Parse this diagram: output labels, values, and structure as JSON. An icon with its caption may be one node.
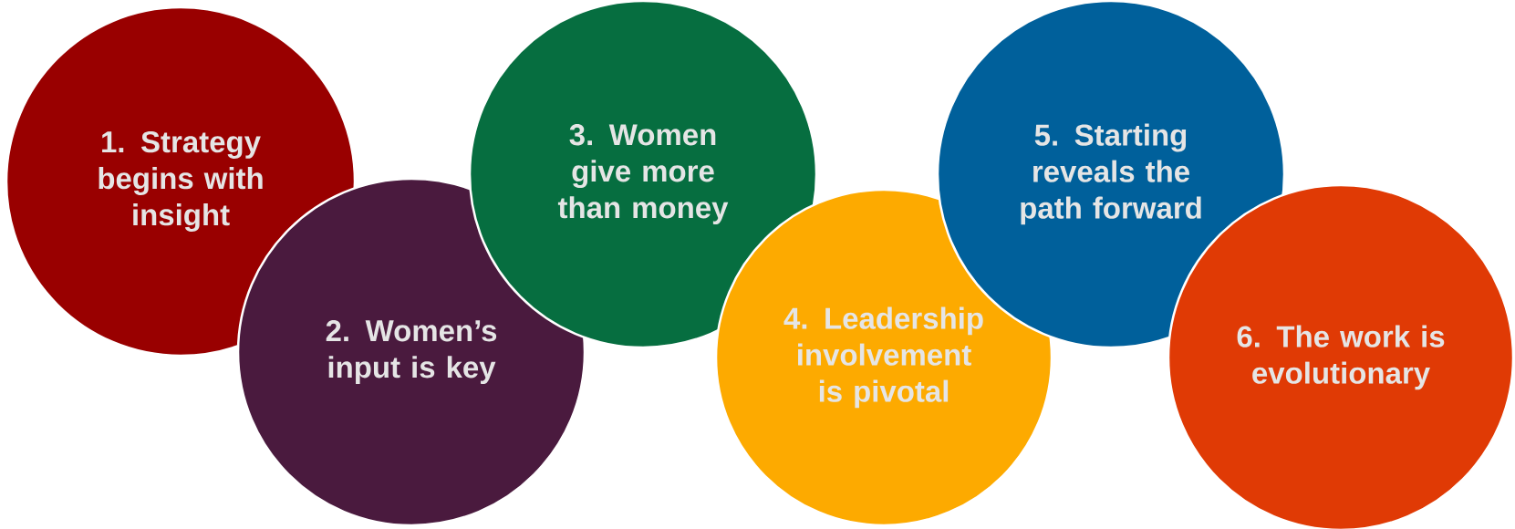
{
  "diagram": {
    "nodes": [
      {
        "text": [
          "1. Strategy begins with insight"
        ]
      },
      {
        "text": [
          "2. Women’s input is key"
        ]
      },
      {
        "text": [
          "3. Women give more than money"
        ]
      },
      {
        "text": [
          "4. Leadership involvement is pivotal"
        ]
      },
      {
        "text": [
          "5. Starting reveals the path forward"
        ]
      },
      {
        "text": [
          "6. The work is evolutionary"
        ]
      }
    ]
  }
}
